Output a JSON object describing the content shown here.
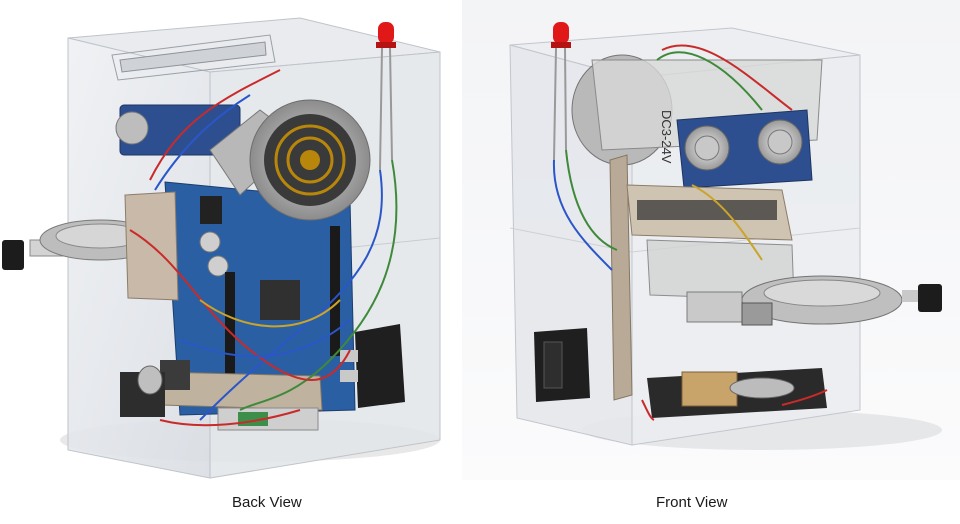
{
  "views": [
    {
      "id": "back",
      "caption": "Back View"
    },
    {
      "id": "front",
      "caption": "Front View"
    }
  ],
  "front_labels": {
    "buzzer_text": "DC3-24V"
  },
  "colors": {
    "enclosure": "#dfe3e8",
    "arduino": "#2b5fa3",
    "wire_red": "#c92a2a",
    "wire_blue": "#2a56c9",
    "wire_green": "#3f8a3a",
    "wire_yellow": "#c9a52a",
    "led": "#e01818"
  }
}
